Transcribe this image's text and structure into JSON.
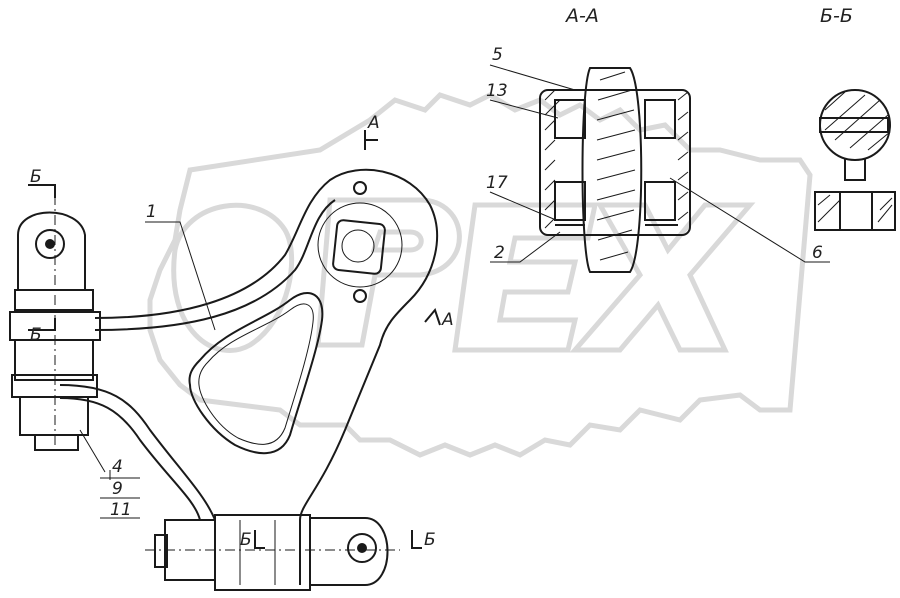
{
  "section_titles": {
    "a_a": "А-А",
    "b_b": "Б-Б"
  },
  "callouts": {
    "part_1": "1",
    "part_2": "2",
    "part_4": "4",
    "part_5": "5",
    "part_6": "6",
    "part_9": "9",
    "part_11": "11",
    "part_13": "13",
    "part_17": "17"
  },
  "section_marks": {
    "a_top": "А",
    "a_right": "А",
    "b_left_top": "Б",
    "b_left_mid": "Б",
    "b_bottom_left": "Б",
    "b_bottom_right": "Б"
  },
  "watermark": {
    "text": "OPEX",
    "icon": "gear-icon"
  }
}
